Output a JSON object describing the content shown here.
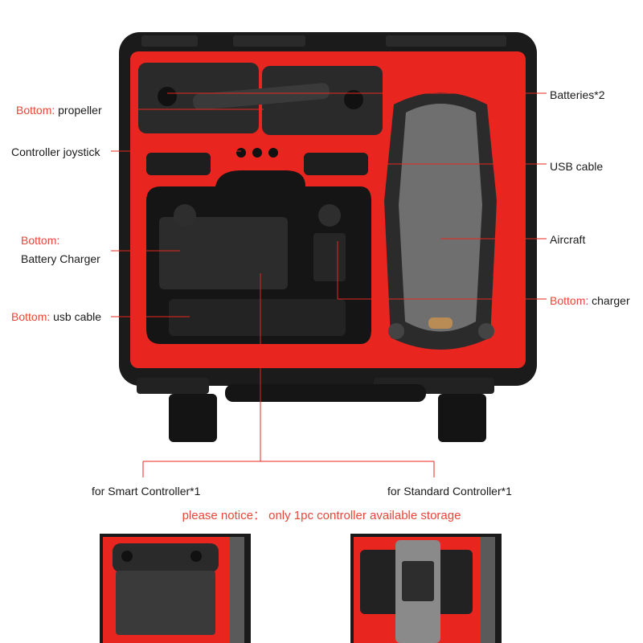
{
  "labels": {
    "propeller_prefix": "Bottom:",
    "propeller_text": "propeller",
    "joystick": "Controller joystick",
    "charger_prefix": "Bottom:",
    "charger_text": "Battery Charger",
    "usb_prefix": "Bottom:",
    "usb_text": "usb cable",
    "batteries": "Batteries*2",
    "usb_cable": "USB cable",
    "aircraft": "Aircraft",
    "bottom_charger_prefix": "Bottom:",
    "bottom_charger_text": "charger"
  },
  "variants": {
    "smart": "for Smart Controller*1",
    "standard": "for Standard Controller*1"
  },
  "notice": "please notice： only 1pc controller available storage",
  "colors": {
    "foam": "#e8251f",
    "case": "#1c1c1c",
    "accent_text": "#e8463a"
  }
}
